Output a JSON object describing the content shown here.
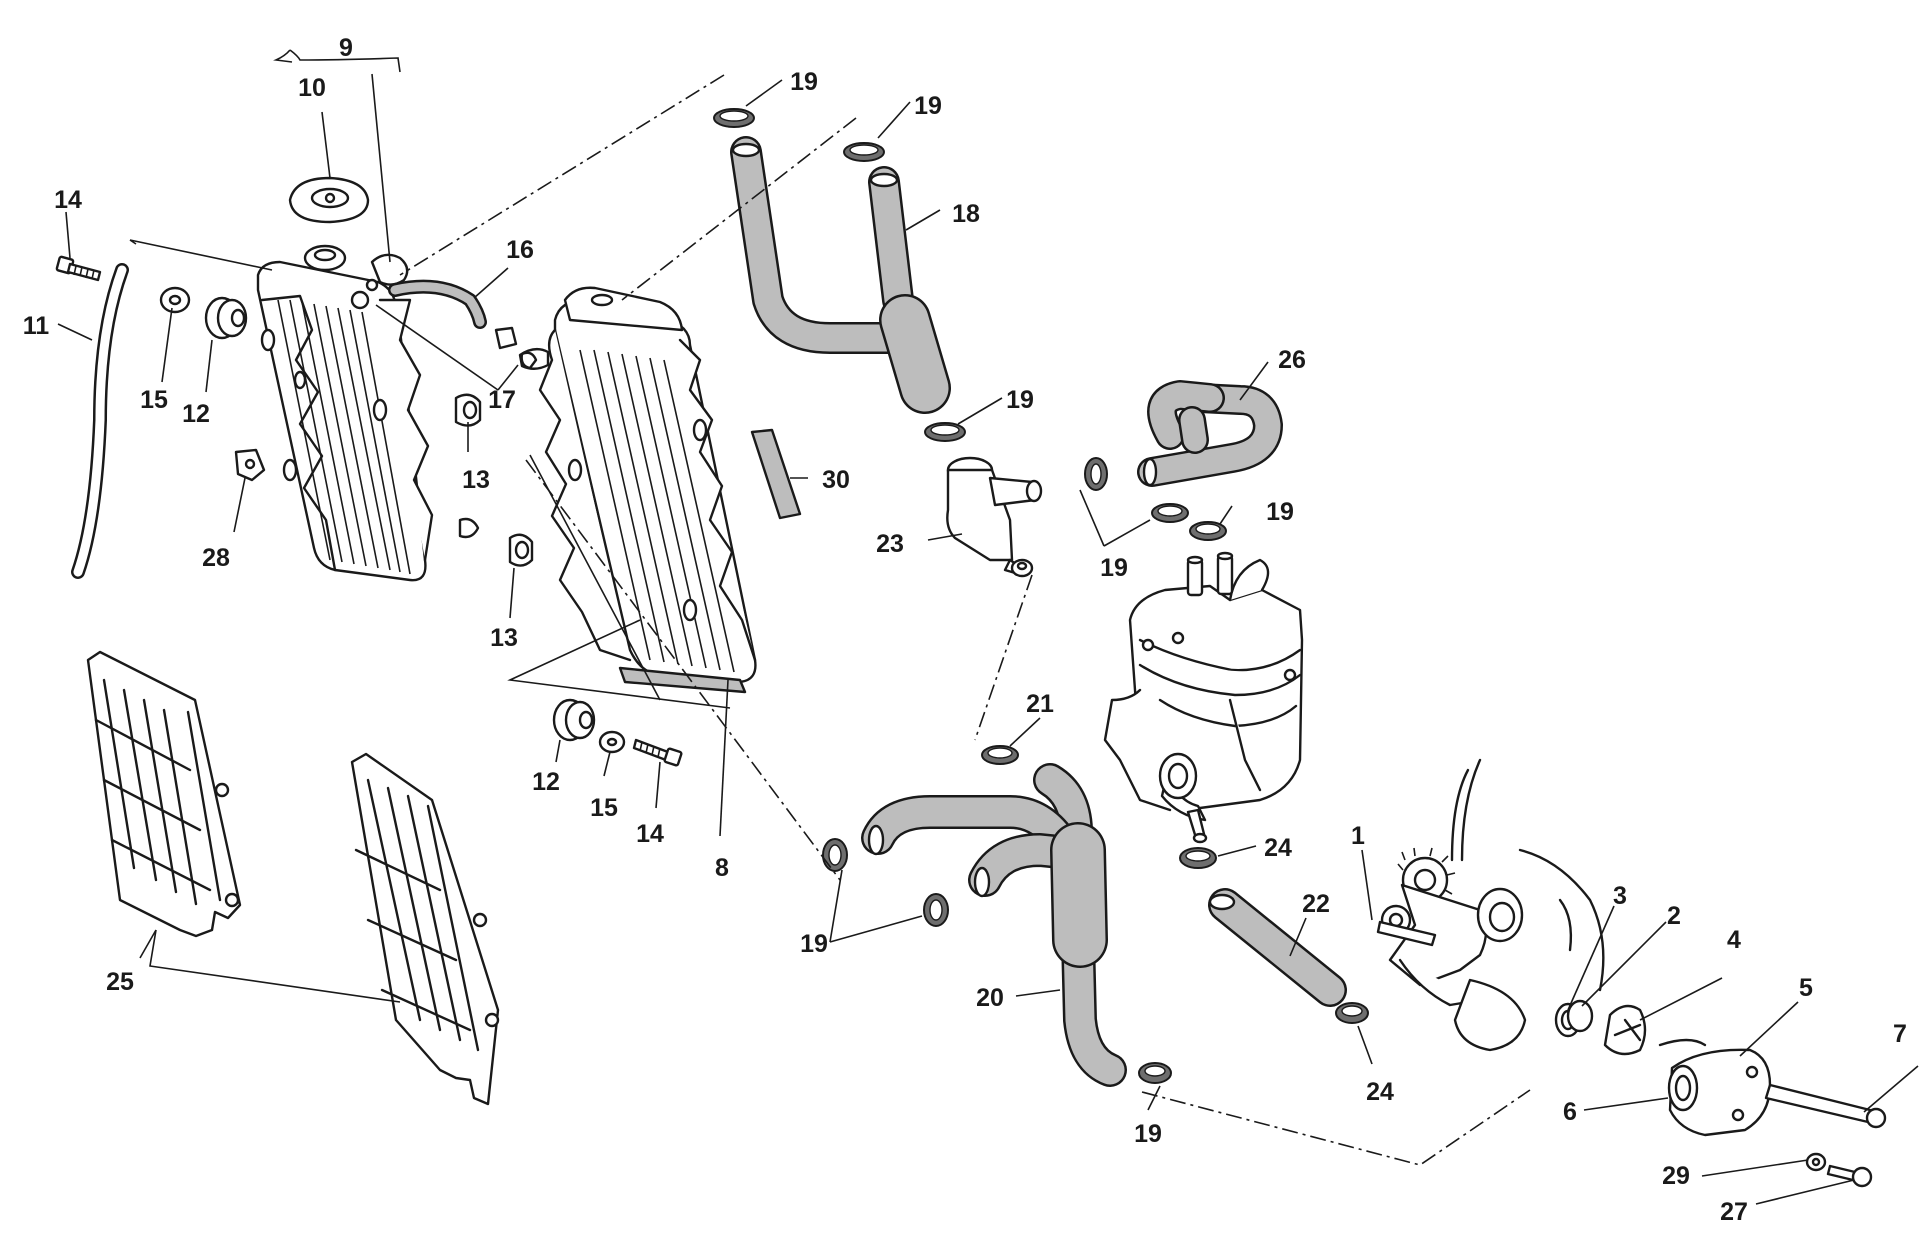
{
  "callouts": [
    {
      "id": "c9a",
      "text": "9"
    },
    {
      "id": "c10",
      "text": "10"
    },
    {
      "id": "c14a",
      "text": "14"
    },
    {
      "id": "c11",
      "text": "11"
    },
    {
      "id": "c15a",
      "text": "15"
    },
    {
      "id": "c12a",
      "text": "12"
    },
    {
      "id": "c16",
      "text": "16"
    },
    {
      "id": "c17",
      "text": "17"
    },
    {
      "id": "c13a",
      "text": "13"
    },
    {
      "id": "c28",
      "text": "28"
    },
    {
      "id": "c13b",
      "text": "13"
    },
    {
      "id": "c12b",
      "text": "12"
    },
    {
      "id": "c15b",
      "text": "15"
    },
    {
      "id": "c14b",
      "text": "14"
    },
    {
      "id": "c8",
      "text": "8"
    },
    {
      "id": "c25",
      "text": "25"
    },
    {
      "id": "c19a",
      "text": "19"
    },
    {
      "id": "c19b",
      "text": "19"
    },
    {
      "id": "c18",
      "text": "18"
    },
    {
      "id": "c19c",
      "text": "19"
    },
    {
      "id": "c30",
      "text": "30"
    },
    {
      "id": "c23",
      "text": "23"
    },
    {
      "id": "c26",
      "text": "26"
    },
    {
      "id": "c19d",
      "text": "19"
    },
    {
      "id": "c19e",
      "text": "19"
    },
    {
      "id": "c21",
      "text": "21"
    },
    {
      "id": "c19f",
      "text": "19"
    },
    {
      "id": "c20",
      "text": "20"
    },
    {
      "id": "c24a",
      "text": "24"
    },
    {
      "id": "c22",
      "text": "22"
    },
    {
      "id": "c24b",
      "text": "24"
    },
    {
      "id": "c19g",
      "text": "19"
    },
    {
      "id": "c1",
      "text": "1"
    },
    {
      "id": "c3",
      "text": "3"
    },
    {
      "id": "c2",
      "text": "2"
    },
    {
      "id": "c4",
      "text": "4"
    },
    {
      "id": "c5",
      "text": "5"
    },
    {
      "id": "c7",
      "text": "7"
    },
    {
      "id": "c6",
      "text": "6"
    },
    {
      "id": "c29",
      "text": "29"
    },
    {
      "id": "c27",
      "text": "27"
    }
  ],
  "colors": {
    "ink": "#1a1a1a",
    "hose": "#bdbdbd",
    "background": "#ffffff"
  }
}
